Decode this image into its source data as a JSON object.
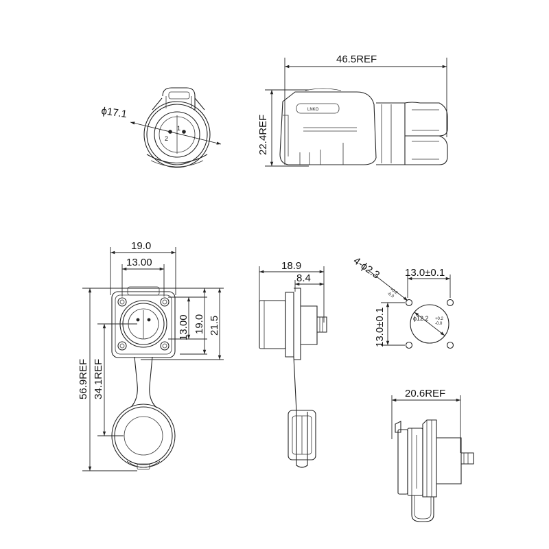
{
  "dimensions": {
    "diameter_front": "ϕ17.1",
    "length_ref": "46.5REF",
    "height_ref": "22.4REF",
    "flange_width": "19.0",
    "hole_spacing_h": "13.00",
    "hole_spacing_v": "13.00",
    "flange_height": "19.0",
    "panel_height": "21.5",
    "total_length_ref": "56.9REF",
    "cap_offset_ref": "34.1REF",
    "side_depth": "18.9",
    "side_flange": "8.4",
    "hole_count_dia": "4-ϕ2.3",
    "hole_tol_plus": "+0.2",
    "hole_tol_minus": "-0.0",
    "cutout_spacing_h": "13.0±0.1",
    "cutout_spacing_v": "13.0±0.1",
    "cutout_dia": "ϕ12.2",
    "cutout_tol_plus": "+0.2",
    "cutout_tol_minus": "-0.0",
    "mated_length_ref": "20.6REF"
  },
  "pin_labels": {
    "pin1": "1",
    "pin2": "2"
  },
  "logo_text": "LNKO"
}
